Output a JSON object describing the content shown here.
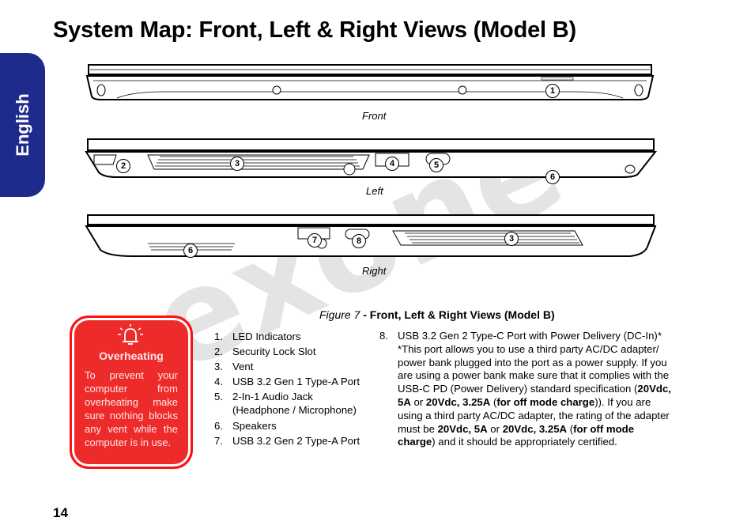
{
  "page": {
    "title": "System Map: Front, Left & Right Views (Model B)",
    "language_tab": "English",
    "watermark": "exone",
    "page_number": "14"
  },
  "views": {
    "front_label": "Front",
    "left_label": "Left",
    "right_label": "Right"
  },
  "callouts": {
    "front": [
      "1"
    ],
    "left": [
      "2",
      "3",
      "4",
      "5",
      "6"
    ],
    "right": [
      "7",
      "8",
      "3",
      "6"
    ]
  },
  "caption": {
    "figure": "Figure 7",
    "text": " - Front, Left & Right Views (Model B)"
  },
  "warning": {
    "icon": "overheating-warning-icon",
    "title": "Overheating",
    "text": "To prevent your computer from overheating make sure nothing blocks any vent while the computer is in use."
  },
  "legend": [
    {
      "num": "1.",
      "text": "LED Indicators"
    },
    {
      "num": "2.",
      "text": "Security Lock Slot"
    },
    {
      "num": "3.",
      "text": "Vent"
    },
    {
      "num": "4.",
      "text": "USB 3.2 Gen 1 Type-A Port"
    },
    {
      "num": "5.",
      "text": "2-In-1 Audio Jack (Headphone / Microphone)"
    },
    {
      "num": "6.",
      "text": "Speakers"
    },
    {
      "num": "7.",
      "text": "USB 3.2 Gen 2 Type-A Port"
    }
  ],
  "item8": {
    "num": "8.",
    "t1": "USB 3.2 Gen 2 Type-C Port with Power Delivery (DC-In)* *This port allows you to use a third party AC/DC adapter/ power bank plugged into the port as a power supply. If you are using a power bank make sure that it complies with the USB-C PD (Power Delivery) standard specification (",
    "b1": "20Vdc, 5A",
    "t2": " or ",
    "b2": "20Vdc, 3.25A",
    "t3": " (",
    "b3": "for off mode charge",
    "t4": ")). If you are using a third party AC/DC adapter, the rating of the adapter must be ",
    "b4": "20Vdc, 5A",
    "t5": " or ",
    "b5": "20Vdc, 3.25A",
    "t6": " (",
    "b6": "for off mode charge",
    "t7": ") and it should be appropriately certified."
  },
  "colors": {
    "language_tab": "#1e2a8c",
    "warning_box": "#ee2b2b",
    "text": "#000000"
  }
}
